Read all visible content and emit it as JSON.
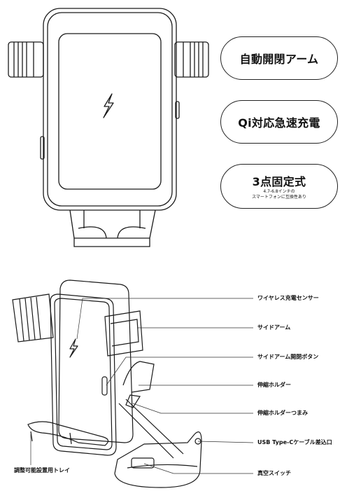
{
  "features": {
    "auto_arm": "自動開閉アーム",
    "qi_charge": "Qi対応急速充電",
    "three_point": {
      "title": "3点固定式",
      "sub_line1": "4.7-6.8インチの",
      "sub_line2": "スマートフォンに互換性あり"
    }
  },
  "callouts": {
    "wireless_sensor": "ワイヤレス充電センサー",
    "side_arm": "サイドアーム",
    "side_arm_button": "サイドアーム開閉ボタン",
    "telescopic_holder": "伸縮ホルダー",
    "telescopic_knob": "伸縮ホルダーつまみ",
    "usb_port": "USB Type-Cケーブル差込口",
    "vacuum_switch": "真空スイッチ",
    "tray": "調整可能設置用トレイ"
  },
  "icons": {
    "lightning": "lightning-bolt-icon"
  }
}
